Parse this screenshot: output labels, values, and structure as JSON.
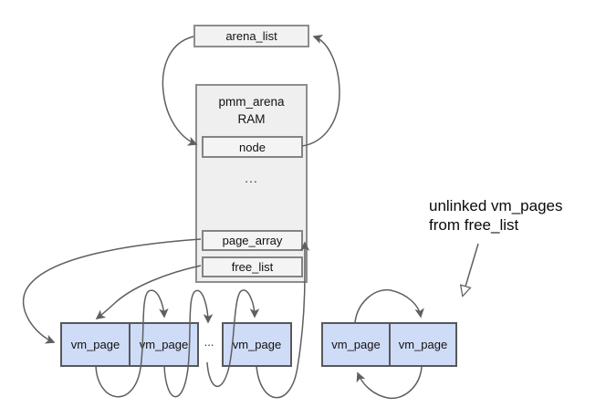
{
  "diagram": {
    "arena_list": {
      "label": "arena_list"
    },
    "pmm_arena": {
      "title": "pmm_arena",
      "subtitle": "RAM",
      "node_label": "node",
      "ellipsis": "...",
      "page_array_label": "page_array",
      "free_list_label": "free_list"
    },
    "linked_pages": {
      "labels": [
        "vm_page",
        "vm_page",
        "vm_page"
      ],
      "ellipsis": "..."
    },
    "unlinked_pages": {
      "labels": [
        "vm_page",
        "vm_page"
      ]
    },
    "annotation": {
      "line1": "unlinked vm_pages",
      "line2": "from free_list"
    },
    "colors": {
      "gray_box_fill": "#f2f2f2",
      "gray_box_border": "#8d8d8d",
      "vm_page_fill": "#cfdcf7",
      "vm_page_border": "#57585a",
      "connector": "#5f5f5f",
      "text": "#111111"
    }
  }
}
